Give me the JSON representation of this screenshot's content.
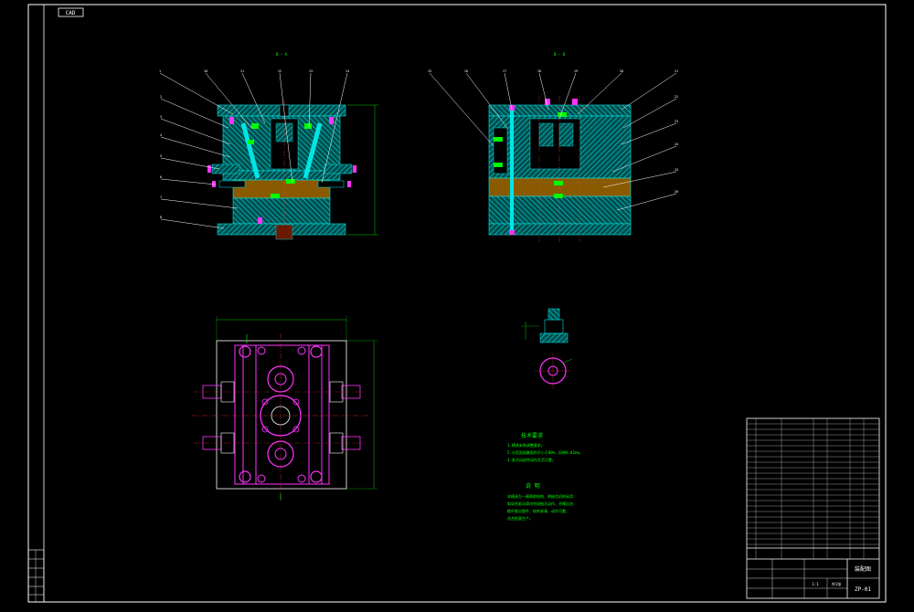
{
  "window": {
    "tab_label": "CAD"
  },
  "views": {
    "left_section_label": "B — A",
    "right_section_label": "B — B"
  },
  "callouts": {
    "left": [
      "1",
      "2",
      "3",
      "4",
      "5",
      "6",
      "7",
      "8",
      "10",
      "11",
      "12",
      "13",
      "14"
    ],
    "right": [
      "15",
      "16",
      "17",
      "18",
      "19",
      "20",
      "21",
      "22",
      "23",
      "24",
      "25",
      "26"
    ]
  },
  "notes": {
    "tech_title": "技术要求",
    "tech_lines": [
      "1.模具安装调整要求。",
      "2.分型面接触面积不小于80%，间隙0.02mm。",
      "3.各活动部件动作灵活可靠。"
    ],
    "desc_title": "说 明",
    "desc_lines": [
      "本模具为一模两腔结构，侧抽芯机构采用",
      "斜导柱驱动滑块完成抽芯动作，开模后由",
      "推杆推出塑件，结构紧凑、动作可靠，",
      "适合批量生产。"
    ]
  },
  "title_block": {
    "drawing_name": "装配图",
    "drawing_no": "ZP-01",
    "scale": "1:1",
    "sheet": "共1张"
  },
  "colors": {
    "background": "#000000",
    "frame": "#ffffff",
    "section": "#00e5e5",
    "accent": "#ff33ff",
    "highlight": "#00ff00",
    "note": "#00ff00",
    "leader": "#ffffff",
    "dimension": "#00ff00",
    "centerline": "#ff3030"
  }
}
